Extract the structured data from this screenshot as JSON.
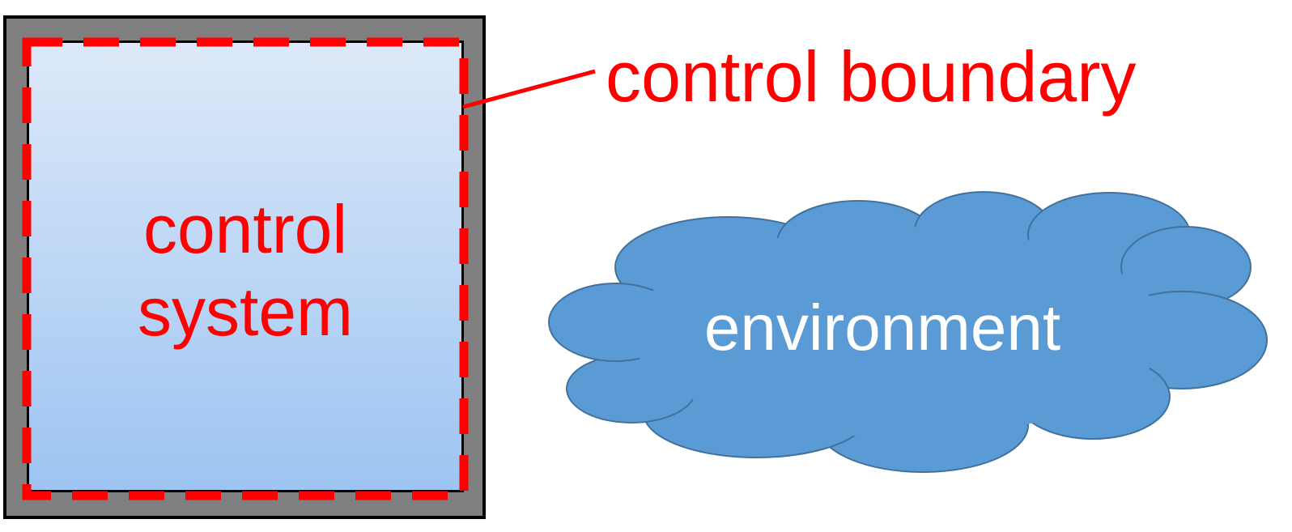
{
  "diagram": {
    "system_label_line1": "control",
    "system_label_line2": "system",
    "boundary_label": "control boundary",
    "environment_label": "environment"
  },
  "colors": {
    "boundary": "#ff0000",
    "cloud_fill": "#5b9bd5",
    "box_frame": "#808080"
  }
}
